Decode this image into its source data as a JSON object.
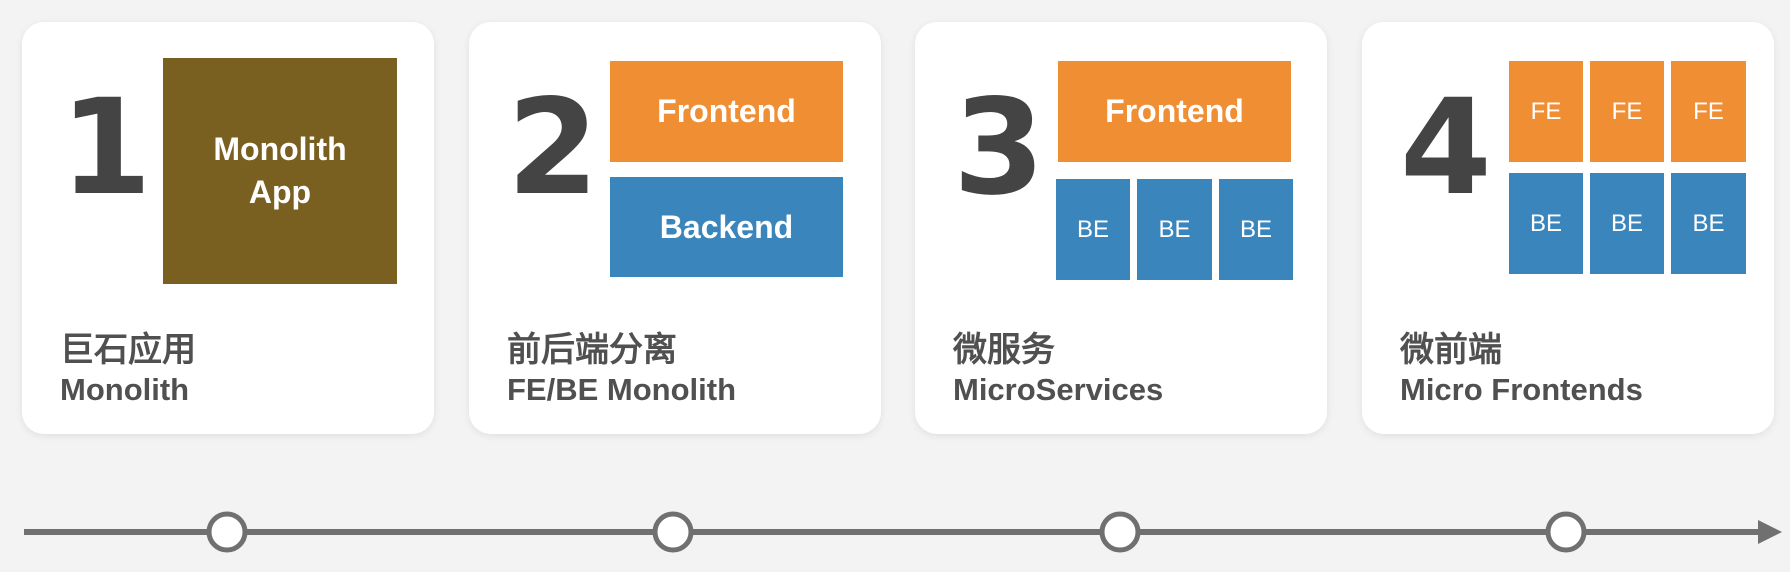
{
  "stages": [
    {
      "number": "1",
      "title_cn": "巨石应用",
      "title_en": "Monolith",
      "monolith_label": "Monolith\nApp"
    },
    {
      "number": "2",
      "title_cn": "前后端分离",
      "title_en": "FE/BE Monolith",
      "frontend_label": "Frontend",
      "backend_label": "Backend"
    },
    {
      "number": "3",
      "title_cn": "微服务",
      "title_en": "MicroServices",
      "frontend_label": "Frontend",
      "be_labels": [
        "BE",
        "BE",
        "BE"
      ]
    },
    {
      "number": "4",
      "title_cn": "微前端",
      "title_en": "Micro Frontends",
      "fe_labels": [
        "FE",
        "FE",
        "FE"
      ],
      "be_labels": [
        "BE",
        "BE",
        "BE"
      ]
    }
  ],
  "colors": {
    "monolith": "#7a6020",
    "frontend": "#f08e34",
    "backend": "#3a85bb",
    "timeline": "#707070"
  }
}
